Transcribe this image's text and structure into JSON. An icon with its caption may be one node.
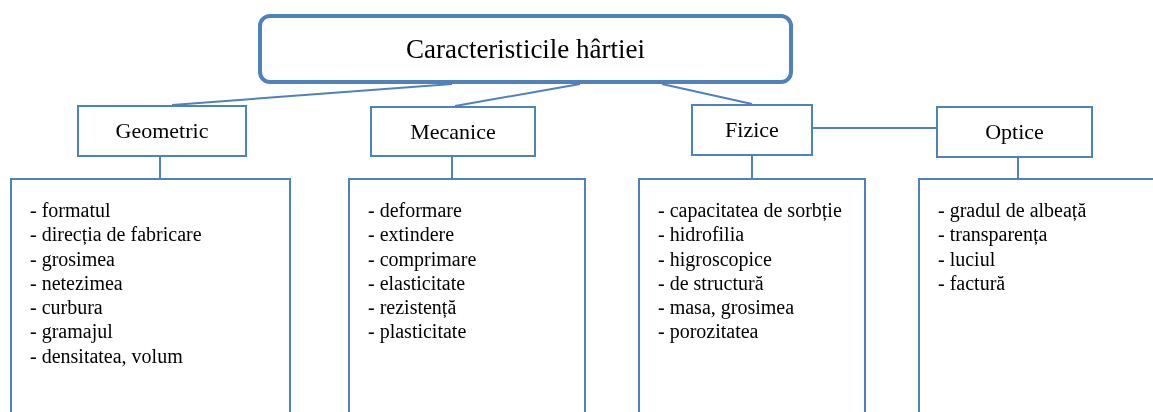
{
  "diagram": {
    "nodes": [
      {
        "text": [
          "Caracteristicile hârtiei"
        ]
      },
      {
        "text": [
          "Geometric"
        ]
      },
      {
        "text": [
          "Mecanice"
        ]
      },
      {
        "text": [
          "Fizice"
        ]
      },
      {
        "text": [
          "Optice"
        ]
      },
      {
        "text": [
          "- formatul",
          "- direcția de fabricare",
          "- grosimea",
          "- netezimea",
          "- curbura",
          "- gramajul",
          "- densitatea, volum"
        ]
      },
      {
        "text": [
          "- deformare",
          "- extindere",
          "- comprimare",
          "- elasticitate",
          "- rezistență",
          "- plasticitate"
        ]
      },
      {
        "text": [
          "- capacitatea de sorbție",
          "- hidrofilia",
          "- higroscopice",
          "- de structură",
          "- masa, grosimea",
          "- porozitatea"
        ]
      },
      {
        "text": [
          "- gradul de albeață",
          "- transparența",
          "- luciul",
          "- factură"
        ]
      }
    ],
    "edges": [
      {
        "from": 0,
        "to": 1,
        "arrow": "none"
      },
      {
        "from": 0,
        "to": 2,
        "arrow": "none"
      },
      {
        "from": 0,
        "to": 3,
        "arrow": "none"
      },
      {
        "from": 3,
        "to": 4,
        "arrow": "none"
      },
      {
        "from": 1,
        "to": 5,
        "arrow": "none"
      },
      {
        "from": 2,
        "to": 6,
        "arrow": "none"
      },
      {
        "from": 3,
        "to": 7,
        "arrow": "none"
      },
      {
        "from": 4,
        "to": 8,
        "arrow": "none"
      }
    ]
  }
}
